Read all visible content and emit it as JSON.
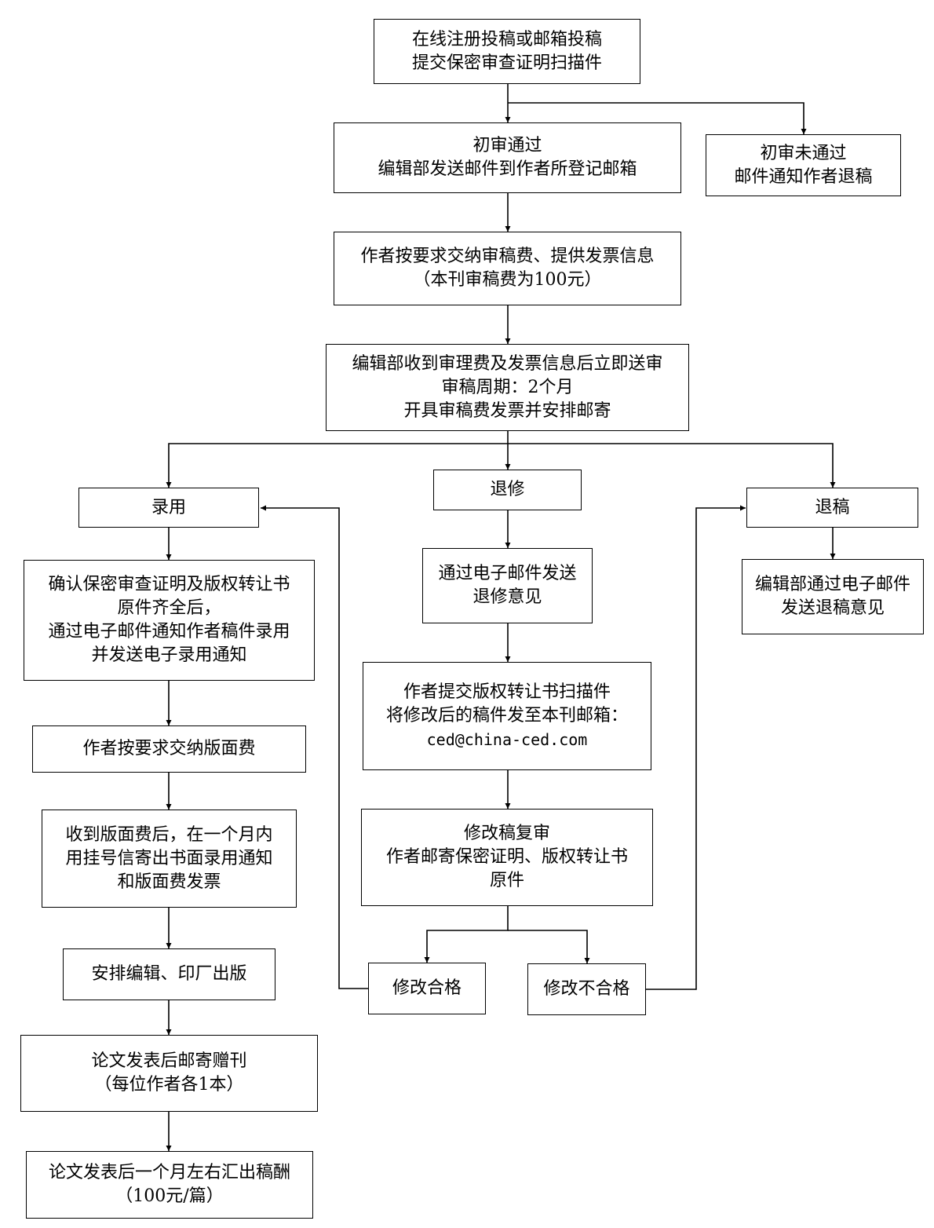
{
  "flowchart": {
    "submit": {
      "lines": [
        "在线注册投稿或邮箱投稿",
        "提交保密审查证明扫描件"
      ]
    },
    "initial_pass": {
      "lines": [
        "初审通过",
        "编辑部发送邮件到作者所登记邮箱"
      ]
    },
    "initial_fail": {
      "lines": [
        "初审未通过",
        "邮件通知作者退稿"
      ]
    },
    "pay_review_fee": {
      "lines": [
        "作者按要求交纳审稿费、提供发票信息",
        "（本刊审稿费为100元）"
      ]
    },
    "send_review": {
      "lines": [
        "编辑部收到审理费及发票信息后立即送审",
        "审稿周期：2个月",
        "开具审稿费发票并安排邮寄"
      ]
    },
    "accept": {
      "lines": [
        "录用"
      ]
    },
    "revise": {
      "lines": [
        "退修"
      ]
    },
    "reject": {
      "lines": [
        "退稿"
      ]
    },
    "accept_confirm": {
      "lines": [
        "确认保密审查证明及版权转让书",
        "原件齐全后，",
        "通过电子邮件通知作者稿件录用",
        "并发送电子录用通知"
      ]
    },
    "revise_email": {
      "lines": [
        "通过电子邮件发送",
        "退修意见"
      ]
    },
    "reject_email": {
      "lines": [
        "编辑部通过电子邮件",
        "发送退稿意见"
      ]
    },
    "submit_revision": {
      "lines": [
        "作者提交版权转让书扫描件",
        "将修改后的稿件发至本刊邮箱：",
        "ced@china-ced.com"
      ]
    },
    "pay_page_fee": {
      "lines": [
        "作者按要求交纳版面费"
      ]
    },
    "revision_review": {
      "lines": [
        "修改稿复审",
        "作者邮寄保密证明、版权转让书",
        "原件"
      ]
    },
    "mail_notice": {
      "lines": [
        "收到版面费后，在一个月内",
        "用挂号信寄出书面录用通知",
        "和版面费发票"
      ]
    },
    "revision_ok": {
      "lines": [
        "修改合格"
      ]
    },
    "revision_fail": {
      "lines": [
        "修改不合格"
      ]
    },
    "publish": {
      "lines": [
        "安排编辑、印厂出版"
      ]
    },
    "gift_copy": {
      "lines": [
        "论文发表后邮寄赠刊",
        "（每位作者各1本）"
      ]
    },
    "royalty": {
      "lines": [
        "论文发表后一个月左右汇出稿酬",
        "（100元/篇）"
      ]
    }
  }
}
